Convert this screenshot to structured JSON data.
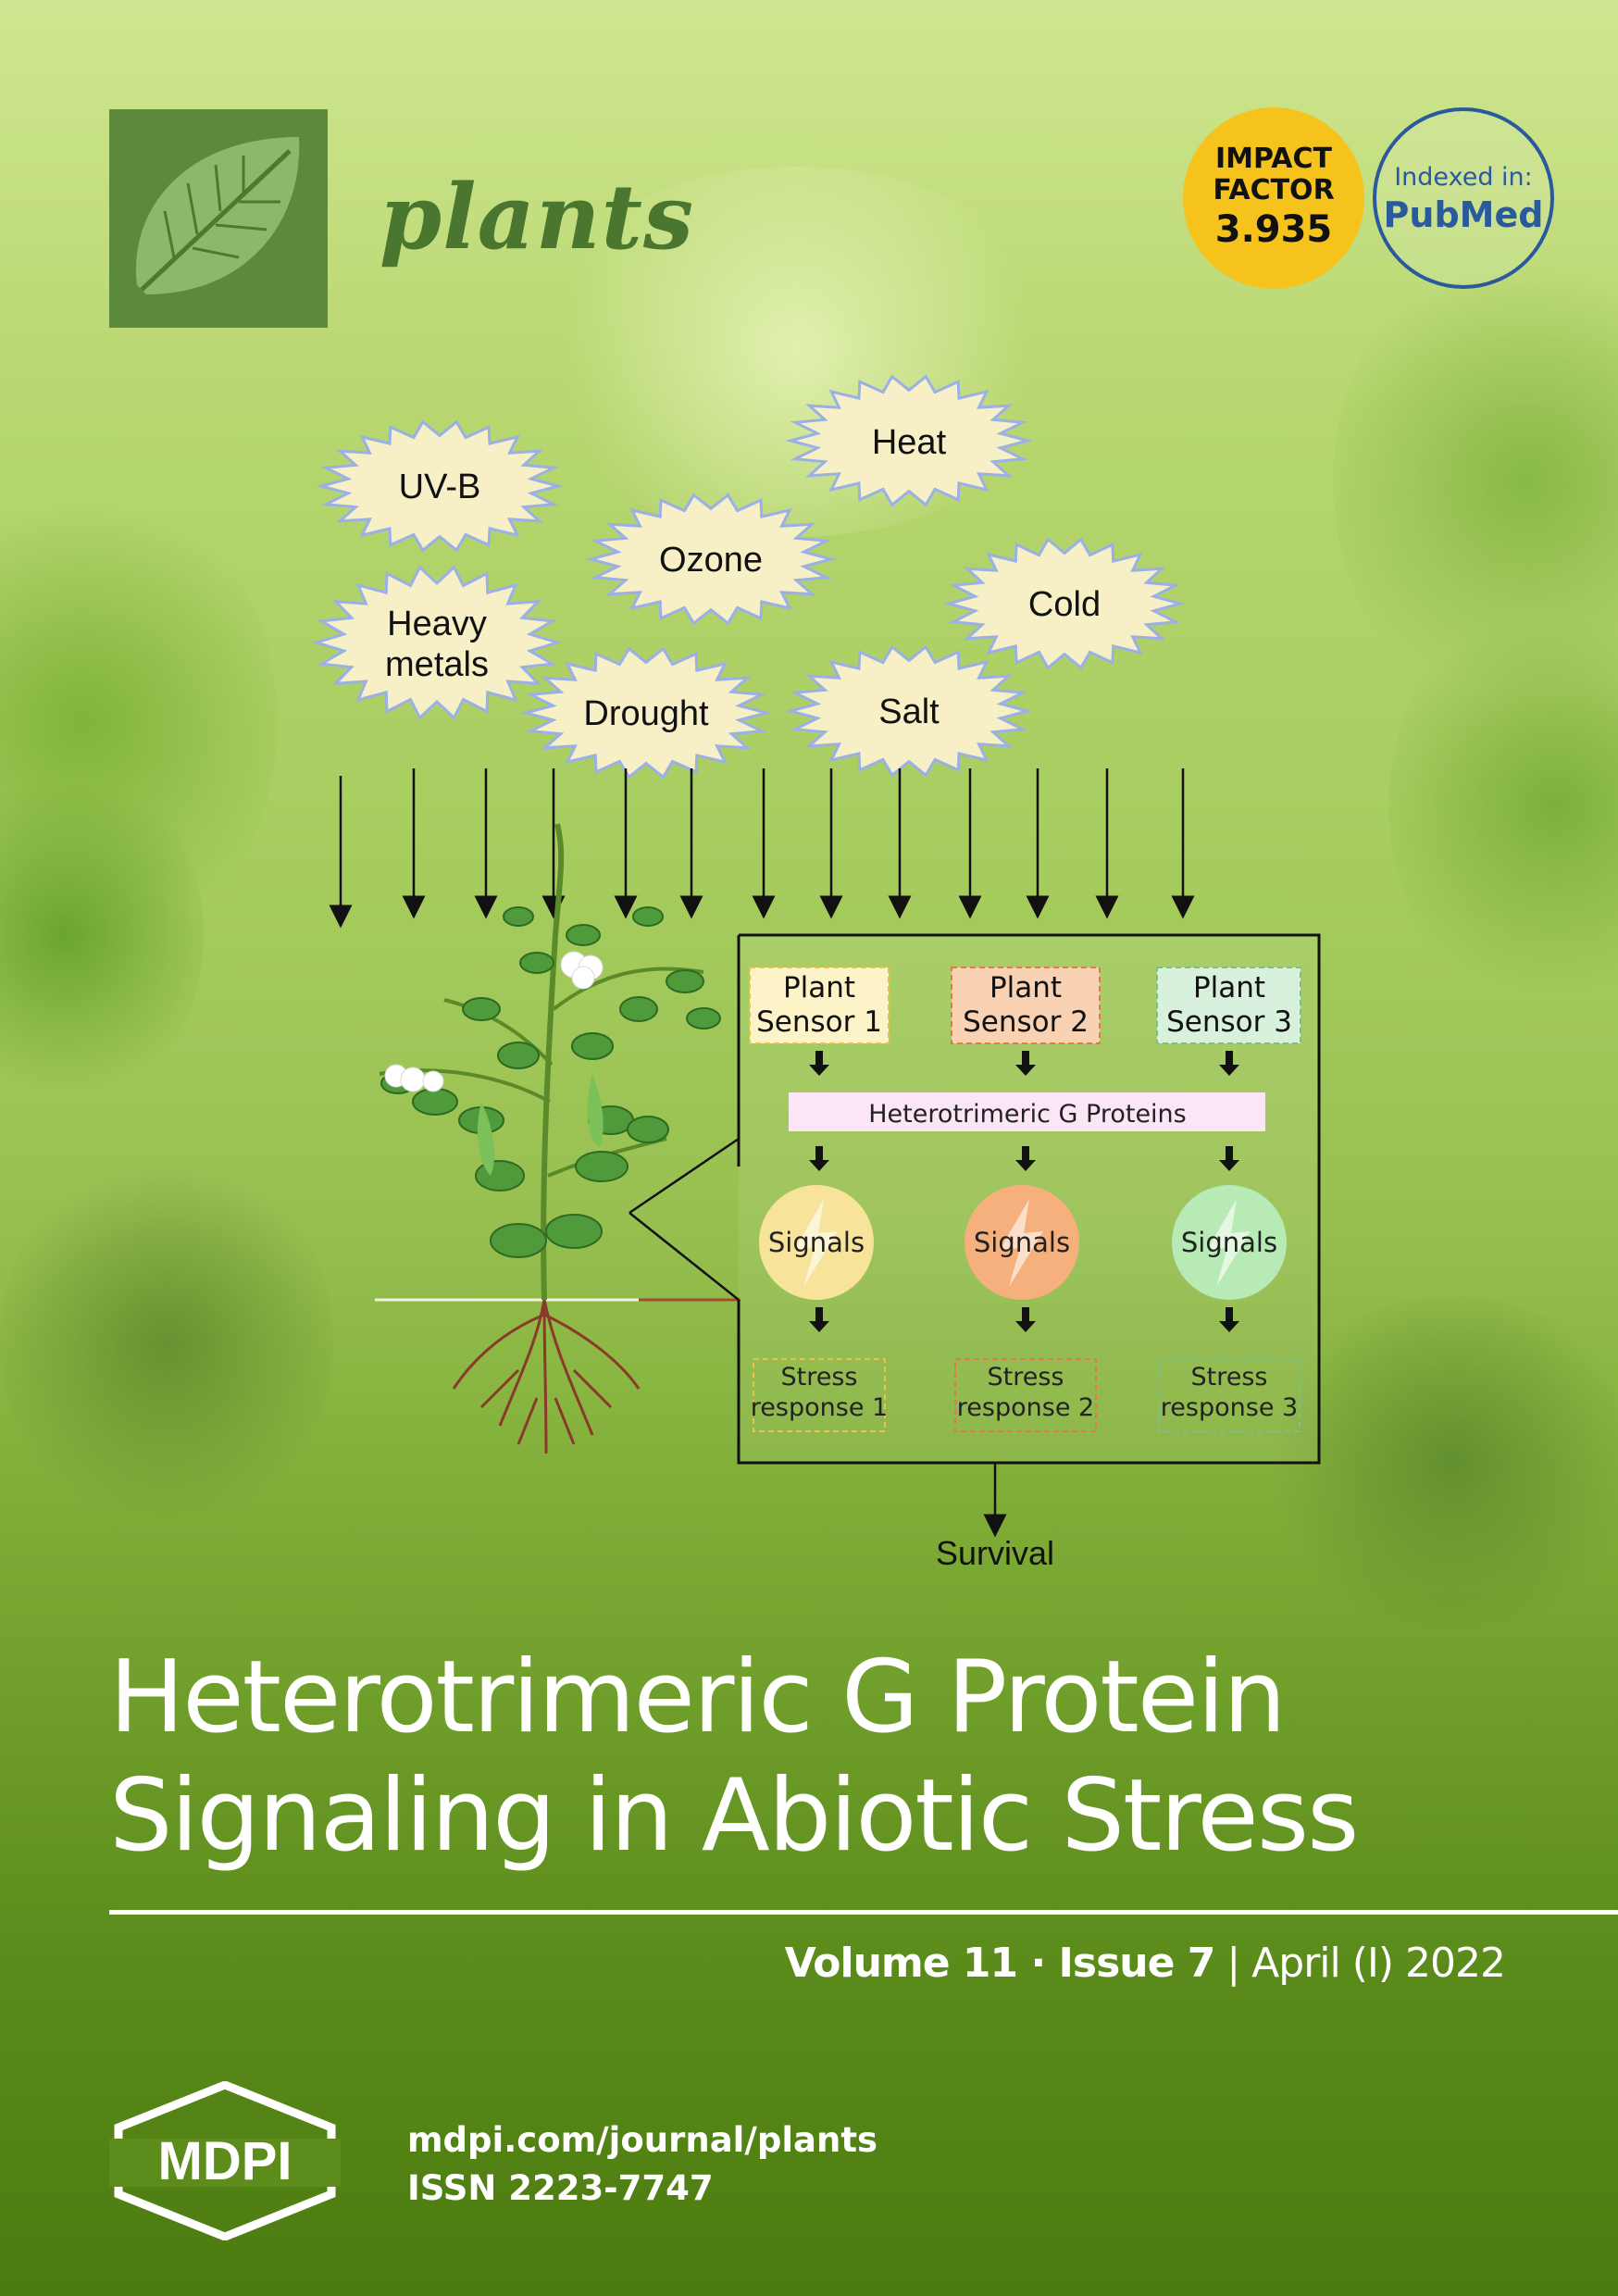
{
  "journal": {
    "name": "plants"
  },
  "badges": {
    "impact_line1": "IMPACT",
    "impact_line2": "FACTOR",
    "impact_value": "3.935",
    "indexed_label": "Indexed in:",
    "indexed_name": "PubMed"
  },
  "stressors": [
    "UV-B",
    "Heat",
    "Ozone",
    "Cold",
    "Heavy",
    "metals",
    "Drought",
    "Salt"
  ],
  "panel": {
    "sensors": [
      {
        "line1": "Plant",
        "line2": "Sensor 1"
      },
      {
        "line1": "Plant",
        "line2": "Sensor 2"
      },
      {
        "line1": "Plant",
        "line2": "Sensor 3"
      }
    ],
    "g_proteins": "Heterotrimeric G Proteins",
    "signals": [
      "Signals",
      "Signals",
      "Signals"
    ],
    "responses": [
      {
        "line1": "Stress",
        "line2": "response 1"
      },
      {
        "line1": "Stress",
        "line2": "response 2"
      },
      {
        "line1": "Stress",
        "line2": "response 3"
      }
    ],
    "outcome": "Survival"
  },
  "title": {
    "line1": "Heterotrimeric G Protein",
    "line2": "Signaling in Abiotic Stress"
  },
  "issue": {
    "volume": "Volume 11",
    "sep": " · ",
    "issue": "Issue 7",
    "bar": " | ",
    "date": "April (I) 2022"
  },
  "footer": {
    "publisher": "MDPI",
    "url": "mdpi.com/journal/plants",
    "issn": "ISSN 2223-7747"
  },
  "colors": {
    "sensor1": "#fdf3c8",
    "sensor2": "#f9d2b3",
    "sensor3": "#d8f1dc",
    "signal1": "#f8e39a",
    "signal2": "#f6b07e",
    "signal3": "#b8eab5",
    "burst_fill": "#f7f0c6",
    "burst_stroke": "#9ab0e6",
    "impact": "#f6c21c",
    "pubmed": "#2b5a9c"
  }
}
